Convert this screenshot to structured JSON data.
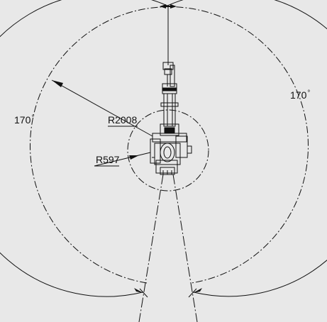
{
  "labels": {
    "angle_left": "170",
    "angle_right": "170",
    "degree_symbol": "°",
    "max_radius": "R2008",
    "min_radius": "R597"
  },
  "colors": {
    "background": "#e8e8e8",
    "line": "#111111"
  }
}
